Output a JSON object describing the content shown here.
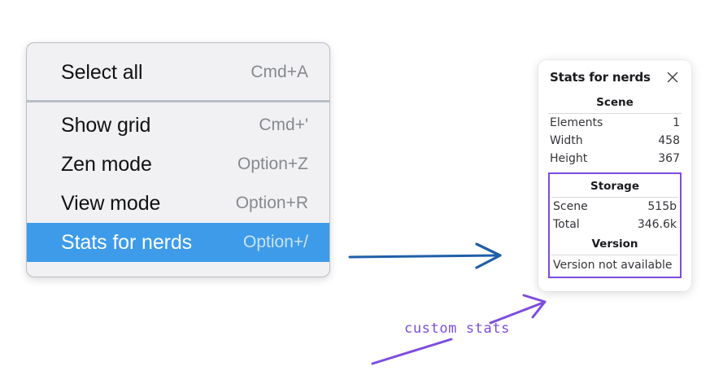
{
  "context_menu": {
    "name": "canvas-context-menu",
    "groups": [
      {
        "items": [
          {
            "label": "Select all",
            "shortcut": "Cmd+A",
            "selected": false
          }
        ]
      },
      {
        "items": [
          {
            "label": "Show grid",
            "shortcut": "Cmd+'",
            "selected": false
          },
          {
            "label": "Zen mode",
            "shortcut": "Option+Z",
            "selected": false
          },
          {
            "label": "View mode",
            "shortcut": "Option+R",
            "selected": false
          },
          {
            "label": "Stats for nerds",
            "shortcut": "Option+/",
            "selected": true
          }
        ]
      }
    ],
    "highlight_color": "#3d9bea"
  },
  "stats_panel": {
    "title": "Stats for nerds",
    "close_icon": "close-icon",
    "sections": [
      {
        "heading": "Scene",
        "rows": [
          {
            "label": "Elements",
            "value": "1"
          },
          {
            "label": "Width",
            "value": "458"
          },
          {
            "label": "Height",
            "value": "367"
          }
        ]
      },
      {
        "heading": "Storage",
        "rows": [
          {
            "label": "Scene",
            "value": "515b"
          },
          {
            "label": "Total",
            "value": "346.6k"
          }
        ]
      },
      {
        "heading": "Version",
        "text": "Version not available"
      }
    ],
    "highlight_border_color": "#7c4ddd"
  },
  "annotations": {
    "blue_arrow_color": "#1f5fa8",
    "purple_color": "#7c4ddd",
    "custom_stats_label": "custom stats"
  }
}
